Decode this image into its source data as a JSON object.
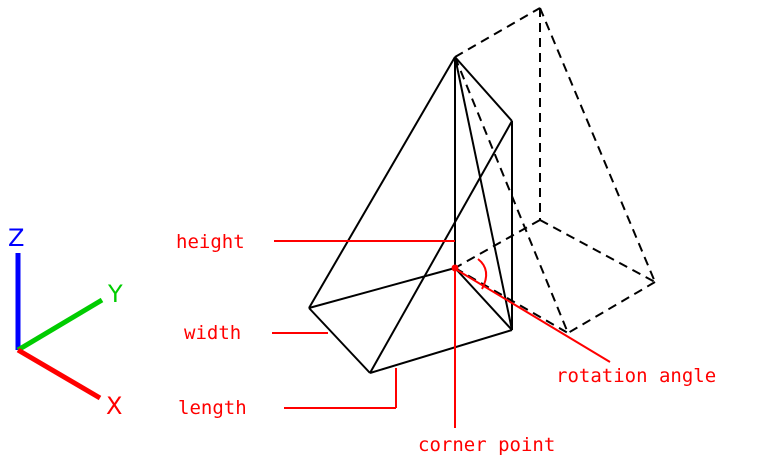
{
  "labels": {
    "height": "height",
    "width": "width",
    "length": "length",
    "corner_point": "corner point",
    "rotation_angle": "rotation angle"
  },
  "axes": {
    "x": "X",
    "y": "Y",
    "z": "Z"
  },
  "colors": {
    "annotation": "#ff0000",
    "wedge_edges": "#000000",
    "axis_x": "#ff0000",
    "axis_y": "#00cc00",
    "axis_z": "#0000ff"
  }
}
